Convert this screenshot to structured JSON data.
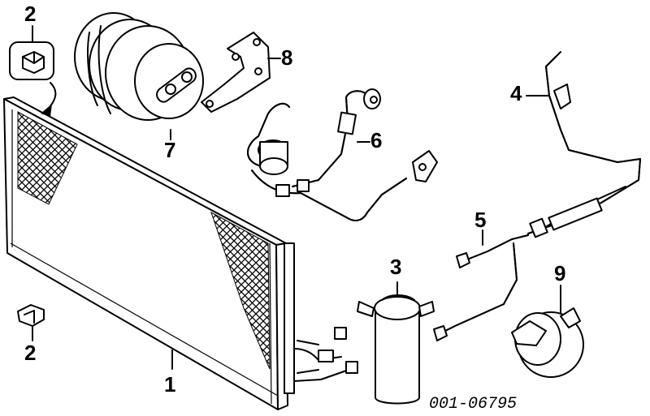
{
  "diagram": {
    "code": "001-06795",
    "callouts": [
      {
        "id": "condenser",
        "label": "1"
      },
      {
        "id": "bracket-top",
        "label": "2"
      },
      {
        "id": "bracket-bottom",
        "label": "2"
      },
      {
        "id": "receiver-drier",
        "label": "3"
      },
      {
        "id": "liquid-line",
        "label": "4"
      },
      {
        "id": "suction-line",
        "label": "5"
      },
      {
        "id": "hose-assembly",
        "label": "6"
      },
      {
        "id": "compressor",
        "label": "7"
      },
      {
        "id": "mount-bracket",
        "label": "8"
      },
      {
        "id": "accumulator",
        "label": "9"
      }
    ]
  }
}
